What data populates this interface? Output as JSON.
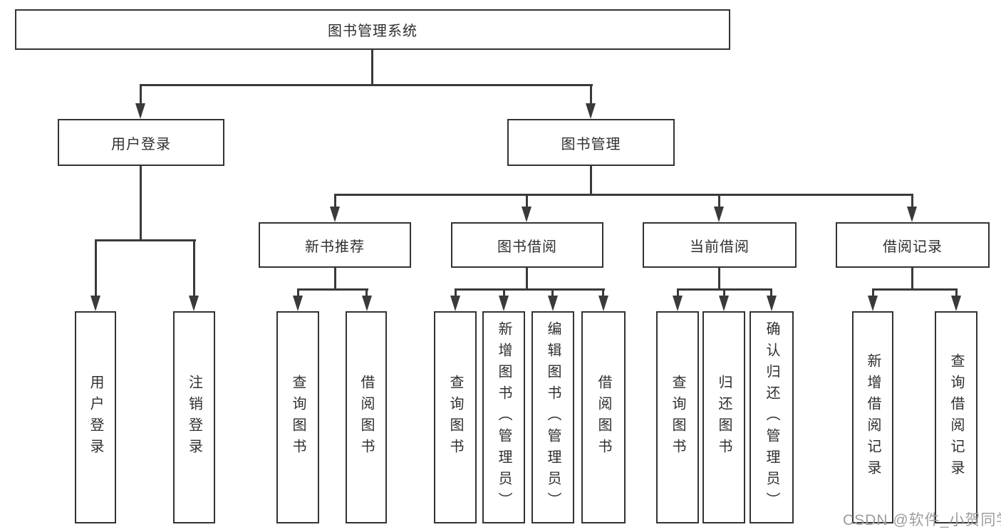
{
  "diagram": {
    "title": "图书管理系统",
    "nodes": {
      "root": "图书管理系统",
      "user_login": "用户登录",
      "book_management": "图书管理",
      "new_book_recommend": "新书推荐",
      "book_borrow": "图书借阅",
      "current_borrow": "当前借阅",
      "borrow_records": "借阅记录"
    },
    "leaves": {
      "login": "用户登录",
      "logout": "注销登录",
      "nb_query_books": "查询图书",
      "nb_borrow_books": "借阅图书",
      "bb_query_books": "查询图书",
      "bb_add_books_admin": "新增图书（管理员）",
      "bb_edit_books_admin": "编辑图书（管理员）",
      "bb_borrow_books": "借阅图书",
      "cb_query_books": "查询图书",
      "cb_return_books": "归还图书",
      "cb_confirm_return_admin": "确认归还（管理员）",
      "br_add_record": "新增借阅记录",
      "br_query_record": "查询借阅记录"
    }
  },
  "watermark": {
    "text": "CSDN @软件_小贺同学"
  },
  "colors": {
    "line": "#3a3a3a",
    "box_border": "#333333",
    "text": "#2f2f2f",
    "watermark": "#9d9d9d",
    "background": "#ffffff"
  }
}
